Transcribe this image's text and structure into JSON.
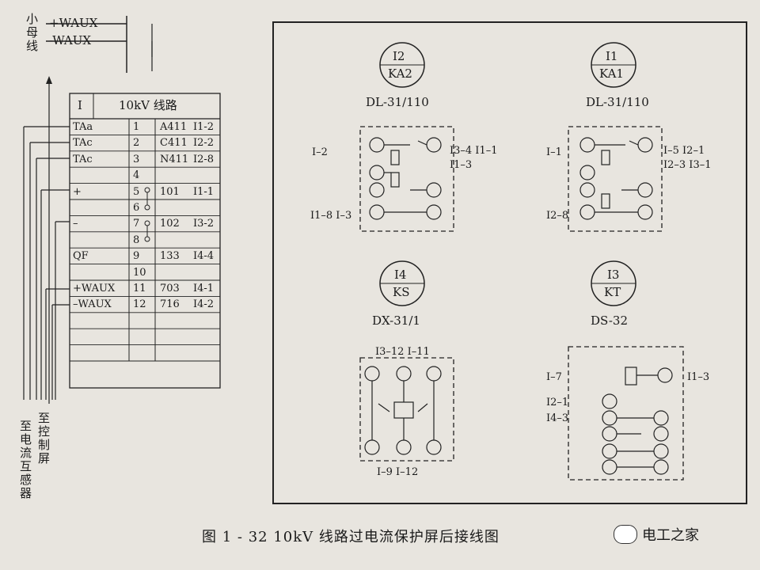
{
  "left_panel": {
    "bus_label": "小母线",
    "bus_plus": "+WAUX",
    "bus_minus": "-WAUX",
    "table_header_left": "I",
    "table_header_right": "10kV 线路",
    "rows": [
      {
        "name": "TAa",
        "num": "1",
        "code": "A411",
        "ref": "I1-2"
      },
      {
        "name": "TAc",
        "num": "2",
        "code": "C411",
        "ref": "I2-2"
      },
      {
        "name": "TAc",
        "num": "3",
        "code": "N411",
        "ref": "I2-8"
      },
      {
        "name": "",
        "num": "4",
        "code": "",
        "ref": ""
      },
      {
        "name": "+",
        "num": "5",
        "code": "101",
        "ref": "I1-1"
      },
      {
        "name": "",
        "num": "6",
        "code": "",
        "ref": ""
      },
      {
        "name": "–",
        "num": "7",
        "code": "102",
        "ref": "I3-2"
      },
      {
        "name": "",
        "num": "8",
        "code": "",
        "ref": ""
      },
      {
        "name": "QF",
        "num": "9",
        "code": "133",
        "ref": "I4-4"
      },
      {
        "name": "",
        "num": "10",
        "code": "",
        "ref": ""
      },
      {
        "name": "+WAUX",
        "num": "11",
        "code": "703",
        "ref": "I4-1"
      },
      {
        "name": "–WAUX",
        "num": "12",
        "code": "716",
        "ref": "I4-2"
      },
      {
        "name": "",
        "num": "",
        "code": "",
        "ref": ""
      },
      {
        "name": "",
        "num": "",
        "code": "",
        "ref": ""
      },
      {
        "name": "",
        "num": "",
        "code": "",
        "ref": ""
      }
    ],
    "bottom_label_1": "至控制屏",
    "bottom_label_2": "至电流互感器"
  },
  "relays": [
    {
      "id": "I2",
      "name": "KA2",
      "model": "DL-31/110",
      "left_label": "I–2",
      "right_label": "I3–4 I1–1\nI1–3",
      "bottom_label": "I1–8  I–3"
    },
    {
      "id": "I1",
      "name": "KA1",
      "model": "DL-31/110",
      "left_label": "I–1",
      "right_label": "I–5 I2–1\nI2–3 I3–1",
      "bottom_label": "I2–8"
    },
    {
      "id": "I4",
      "name": "KS",
      "model": "DX-31/1",
      "top_label": "I3–12  I–11",
      "bottom_label": "I–9  I–12"
    },
    {
      "id": "I3",
      "name": "KT",
      "model": "DS-32",
      "left_label_1": "I–7",
      "left_label_2": "I2–1",
      "left_label_3": "I4–3",
      "right_label": "I1–3"
    }
  ],
  "caption": "图 1 - 32    10kV 线路过电流保护屏后接线图",
  "brand": "电工之家"
}
